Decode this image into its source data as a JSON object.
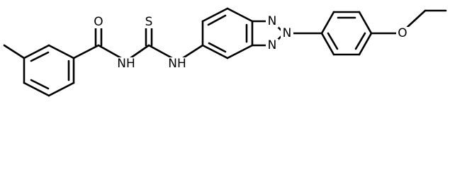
{
  "molecule": {
    "atoms": {
      "carbonyl_oxygen": "O",
      "thiocarbonyl_sulfur": "S",
      "amide_nh": "NH",
      "thiourea_nh": "NH",
      "triazole_n_top": "N",
      "triazole_n_middle": "N",
      "triazole_n_bottom": "N",
      "ether_oxygen": "O"
    }
  }
}
